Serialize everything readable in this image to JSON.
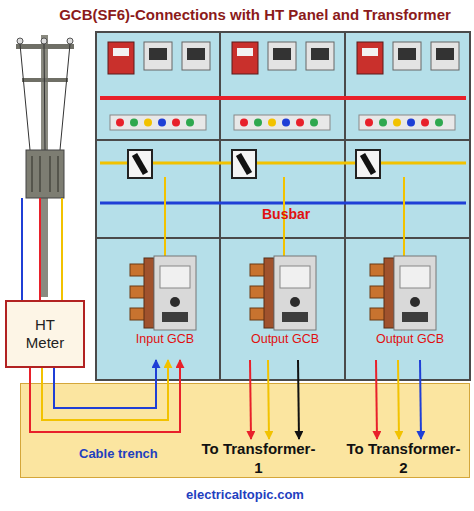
{
  "diagram": {
    "title": "GCB(SF6)-Connections with HT Panel and Transformer",
    "nodes": [
      {
        "text": [
          "HT Meter"
        ]
      },
      {
        "text": [
          "Cable trench"
        ]
      },
      {
        "text": [
          "Input GCB"
        ]
      },
      {
        "text": [
          "Output GCB"
        ]
      },
      {
        "text": [
          "Output GCB"
        ]
      },
      {
        "text": [
          "To Transformer-1"
        ],
        "in": 1
      },
      {
        "text": [
          "To Transformer-2"
        ],
        "in": 1
      }
    ],
    "edges": [
      {
        "from": 0,
        "to": 2,
        "arrow": "to"
      },
      {
        "from": 0,
        "to": 2,
        "arrow": "to"
      },
      {
        "from": 0,
        "to": 2,
        "arrow": "to"
      },
      {
        "from": 3,
        "to": 5,
        "arrow": "to"
      },
      {
        "from": 3,
        "to": 5,
        "arrow": "to"
      },
      {
        "from": 3,
        "to": 5,
        "arrow": "to"
      },
      {
        "from": 4,
        "to": 6,
        "arrow": "to"
      },
      {
        "from": 4,
        "to": 6,
        "arrow": "to"
      },
      {
        "from": 4,
        "to": 6,
        "arrow": "to"
      }
    ],
    "labels": [
      "Busbar",
      "electricaltopic.com"
    ]
  }
}
